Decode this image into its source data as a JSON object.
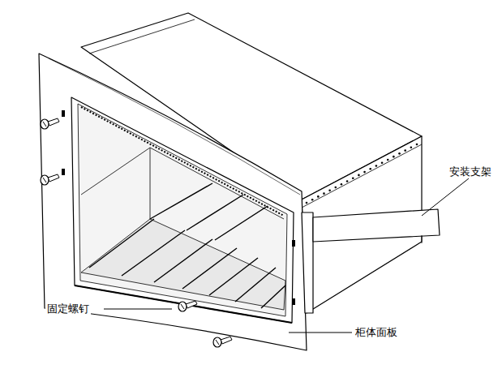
{
  "diagram": {
    "labels": [
      "安装支架",
      "固定螺钉",
      "柜体面板"
    ]
  }
}
